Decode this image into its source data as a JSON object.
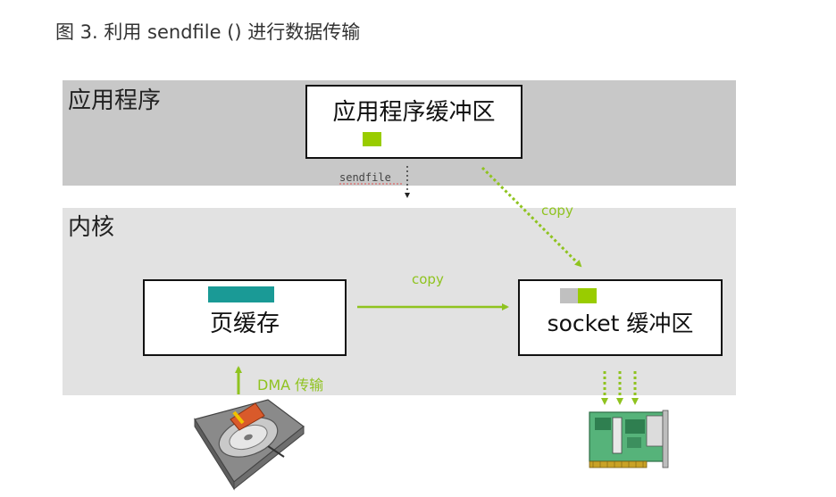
{
  "caption": "图 3. 利用 sendfile () 进行数据传输",
  "layers": {
    "app": "应用程序",
    "kernel": "内核"
  },
  "boxes": {
    "app_buffer": "应用程序缓冲区",
    "page_cache": "页缓存",
    "socket_buffer": "socket 缓冲区"
  },
  "arrows": {
    "sendfile": "sendfile",
    "copy_to_socket": "copy",
    "copy_page_to_socket": "copy",
    "dma": "DMA 传输"
  },
  "colors": {
    "accent_green": "#8fc31f",
    "block_green": "#99cc00",
    "block_teal": "#1a9a96",
    "block_gray": "#c0c0c0"
  },
  "icons": [
    "hard-disk-icon",
    "network-card-icon"
  ]
}
